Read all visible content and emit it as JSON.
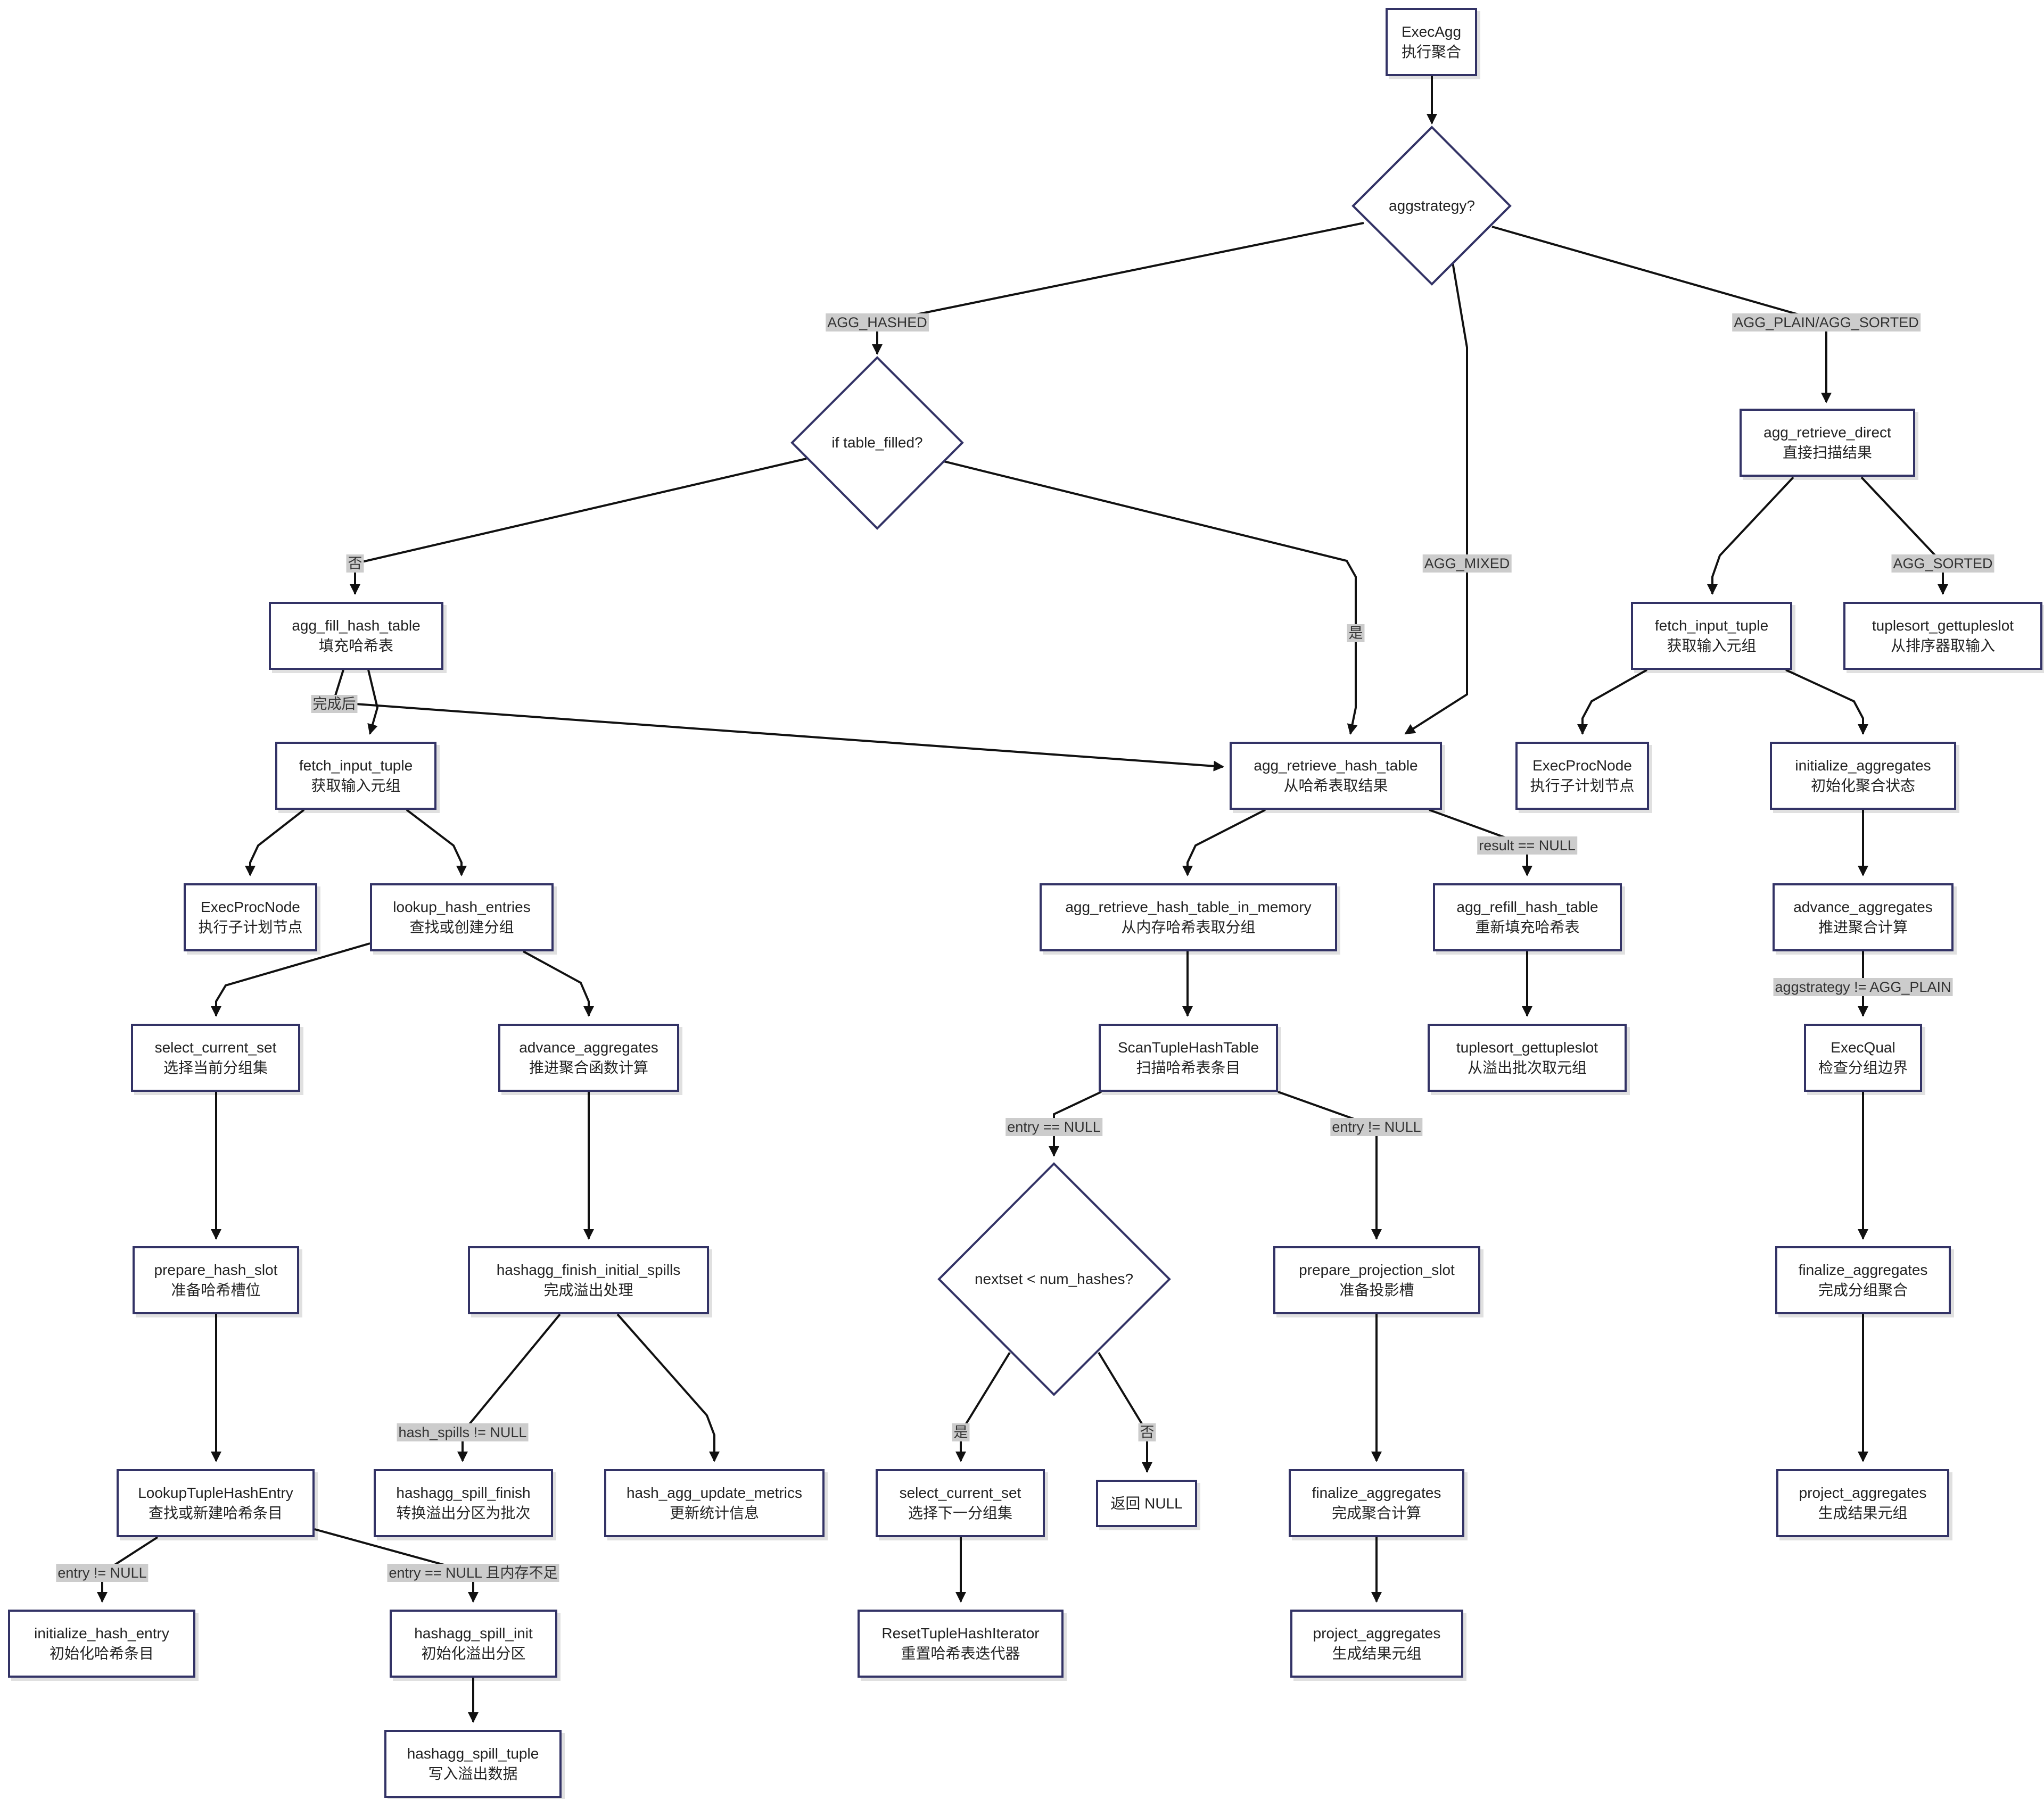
{
  "nodes": {
    "execagg": [
      "ExecAgg",
      "执行聚合"
    ],
    "aggstrategy": [
      "aggstrategy?"
    ],
    "table_filled": [
      "if table_filled?"
    ],
    "retrieve_direct": [
      "agg_retrieve_direct",
      "直接扫描结果"
    ],
    "fill_hash_table": [
      "agg_fill_hash_table",
      "填充哈希表"
    ],
    "fetch_input_left": [
      "fetch_input_tuple",
      "获取输入元组"
    ],
    "retrieve_hash_table": [
      "agg_retrieve_hash_table",
      "从哈希表取结果"
    ],
    "fetch_input_right": [
      "fetch_input_tuple",
      "获取输入元组"
    ],
    "tuplesort_sorted": [
      "tuplesort_gettupleslot",
      "从排序器取输入"
    ],
    "execprocnode_left": [
      "ExecProcNode",
      "执行子计划节点"
    ],
    "lookup_hash_entries": [
      "lookup_hash_entries",
      "查找或创建分组"
    ],
    "retrieve_in_memory": [
      "agg_retrieve_hash_table_in_memory",
      "从内存哈希表取分组"
    ],
    "refill_hash_table": [
      "agg_refill_hash_table",
      "重新填充哈希表"
    ],
    "execprocnode_right": [
      "ExecProcNode",
      "执行子计划节点"
    ],
    "initialize_aggregates": [
      "initialize_aggregates",
      "初始化聚合状态"
    ],
    "select_current_set_left": [
      "select_current_set",
      "选择当前分组集"
    ],
    "advance_aggregates_left": [
      "advance_aggregates",
      "推进聚合函数计算"
    ],
    "scan_tuple_hash_table": [
      "ScanTupleHashTable",
      "扫描哈希表条目"
    ],
    "tuplesort_refill": [
      "tuplesort_gettupleslot",
      "从溢出批次取元组"
    ],
    "advance_aggregates_right": [
      "advance_aggregates",
      "推进聚合计算"
    ],
    "execqual": [
      "ExecQual",
      "检查分组边界"
    ],
    "nextset": [
      "nextset < num_hashes?"
    ],
    "prepare_hash_slot": [
      "prepare_hash_slot",
      "准备哈希槽位"
    ],
    "finish_initial_spills": [
      "hashagg_finish_initial_spills",
      "完成溢出处理"
    ],
    "prepare_projection_slot": [
      "prepare_projection_slot",
      "准备投影槽"
    ],
    "finalize_aggregates_right": [
      "finalize_aggregates",
      "完成分组聚合"
    ],
    "lookup_tuple_hash_entry": [
      "LookupTupleHashEntry",
      "查找或新建哈希条目"
    ],
    "spill_finish": [
      "hashagg_spill_finish",
      "转换溢出分区为批次"
    ],
    "update_metrics": [
      "hash_agg_update_metrics",
      "更新统计信息"
    ],
    "select_current_set_mid": [
      "select_current_set",
      "选择下一分组集"
    ],
    "return_null": [
      "返回 NULL"
    ],
    "finalize_aggregates_mid": [
      "finalize_aggregates",
      "完成聚合计算"
    ],
    "project_aggregates_right": [
      "project_aggregates",
      "生成结果元组"
    ],
    "initialize_hash_entry": [
      "initialize_hash_entry",
      "初始化哈希条目"
    ],
    "spill_init": [
      "hashagg_spill_init",
      "初始化溢出分区"
    ],
    "reset_iterator": [
      "ResetTupleHashIterator",
      "重置哈希表迭代器"
    ],
    "project_aggregates_mid": [
      "project_aggregates",
      "生成结果元组"
    ],
    "spill_tuple": [
      "hashagg_spill_tuple",
      "写入溢出数据"
    ]
  },
  "edge_labels": {
    "agg_hashed": "AGG_HASHED",
    "agg_plain_sorted": "AGG_PLAIN/AGG_SORTED",
    "agg_mixed": "AGG_MIXED",
    "no_left": "否",
    "yes_table": "是",
    "agg_sorted": "AGG_SORTED",
    "after_done": "完成后",
    "result_null": "result == NULL",
    "aggstrategy_not_plain": "aggstrategy != AGG_PLAIN",
    "entry_null": "entry == NULL",
    "entry_not_null": "entry != NULL",
    "hash_spills_not_null": "hash_spills != NULL",
    "yes_nextset": "是",
    "no_nextset": "否",
    "entry_not_null_left": "entry != NULL",
    "entry_null_low_mem": "entry == NULL 且内存不足"
  },
  "colors": {
    "node_border": "#333366",
    "edge": "#111111",
    "label_bg": "#cccccc"
  }
}
